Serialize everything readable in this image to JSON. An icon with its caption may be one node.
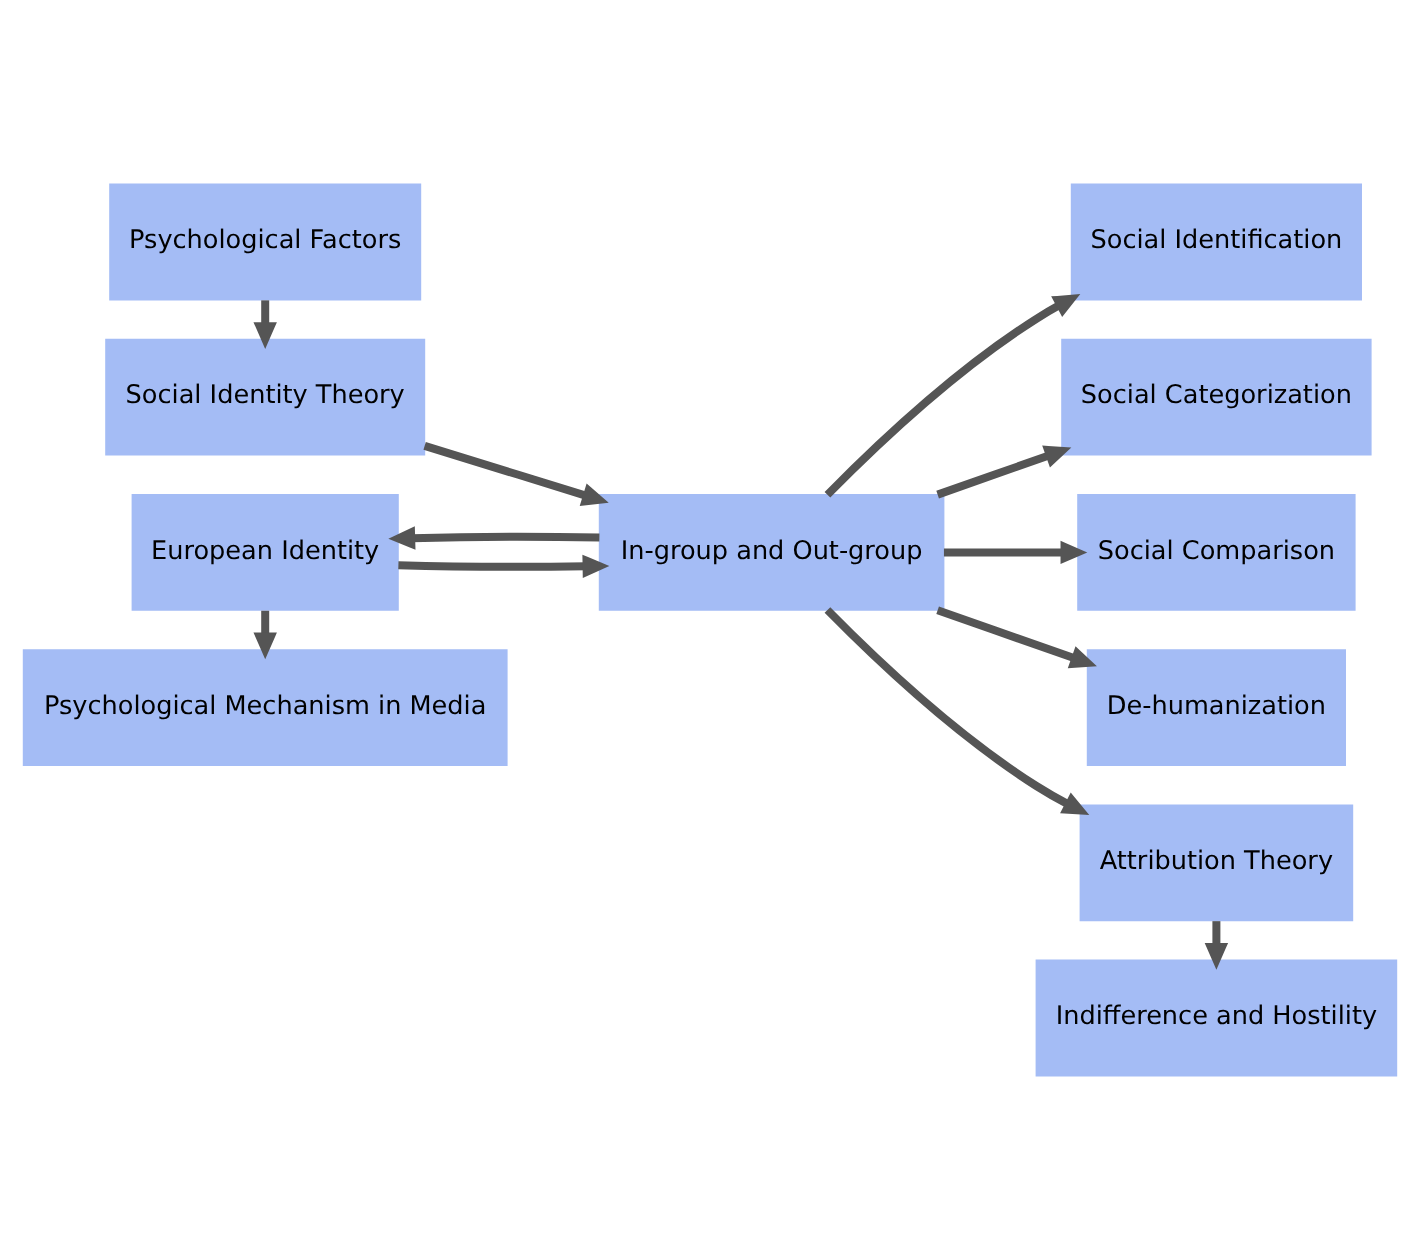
{
  "diagram": {
    "nodes": [
      {
        "text": [
          "Psychological Factors"
        ]
      },
      {
        "text": [
          "Social Identity Theory"
        ]
      },
      {
        "text": [
          "European Identity"
        ]
      },
      {
        "text": [
          "Psychological Mechanism in Media"
        ]
      },
      {
        "text": [
          "In-group and Out-group"
        ]
      },
      {
        "text": [
          "Social Identification"
        ]
      },
      {
        "text": [
          "Social Categorization"
        ]
      },
      {
        "text": [
          "Social Comparison"
        ]
      },
      {
        "text": [
          "De-humanization"
        ]
      },
      {
        "text": [
          "Attribution Theory"
        ]
      },
      {
        "text": [
          "Indifference and Hostility"
        ]
      }
    ],
    "edges": [
      {
        "from": 0,
        "to": 1,
        "arrow": "to"
      },
      {
        "from": 1,
        "to": 4,
        "arrow": "to"
      },
      {
        "from": 2,
        "to": 4,
        "arrow": "to"
      },
      {
        "from": 4,
        "to": 2,
        "arrow": "to"
      },
      {
        "from": 2,
        "to": 3,
        "arrow": "to"
      },
      {
        "from": 4,
        "to": 5,
        "arrow": "to"
      },
      {
        "from": 4,
        "to": 6,
        "arrow": "to"
      },
      {
        "from": 4,
        "to": 7,
        "arrow": "to"
      },
      {
        "from": 4,
        "to": 8,
        "arrow": "to"
      },
      {
        "from": 4,
        "to": 9,
        "arrow": "to"
      },
      {
        "from": 9,
        "to": 10,
        "arrow": "to"
      }
    ]
  }
}
